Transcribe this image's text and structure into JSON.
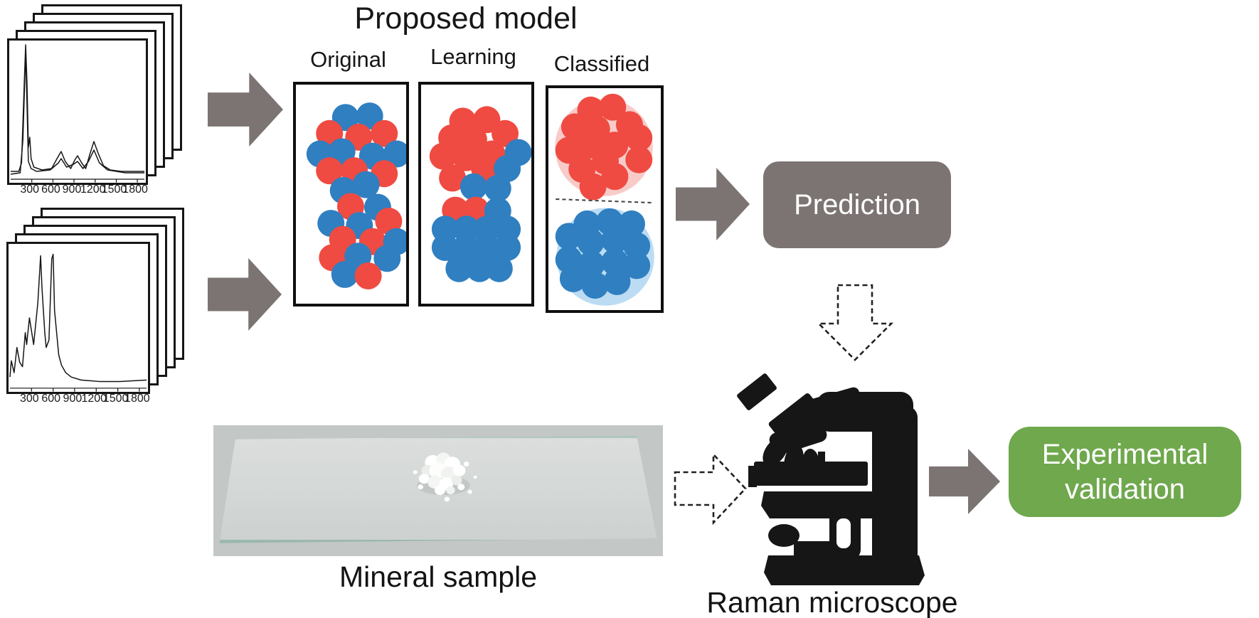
{
  "diagram": {
    "title": "Proposed model",
    "panel_labels": {
      "original": "Original",
      "learning": "Learning",
      "classified": "Classified"
    },
    "prediction_label": "Prediction",
    "experimental_line1": "Experimental",
    "experimental_line2": "validation",
    "mineral_label": "Mineral sample",
    "microscope_label": "Raman microscope"
  },
  "colors": {
    "red": "#ef4b42",
    "blue": "#2f7fc1",
    "red_halo": "#f8cbc8",
    "blue_halo": "#bcdcf3",
    "gray": "#7b7472",
    "green": "#6fa84d",
    "ink": "#161616"
  },
  "spectra": {
    "top": {
      "ticks": [
        "300",
        "600",
        "900",
        "1200",
        "1500",
        "1800"
      ],
      "tick_x": [
        16.5,
        32,
        47.4,
        62.9,
        78.4,
        93.8
      ],
      "traces": [
        [
          [
            1,
            92
          ],
          [
            7,
            92
          ],
          [
            9,
            86
          ],
          [
            11,
            30
          ],
          [
            12,
            3
          ],
          [
            13,
            30
          ],
          [
            14,
            75
          ],
          [
            15,
            68
          ],
          [
            16,
            83
          ],
          [
            18,
            89
          ],
          [
            24,
            91
          ],
          [
            31,
            90
          ],
          [
            35,
            83
          ],
          [
            38,
            78
          ],
          [
            41,
            85
          ],
          [
            45,
            90
          ],
          [
            48,
            84
          ],
          [
            50,
            81
          ],
          [
            53,
            86
          ],
          [
            56,
            90
          ],
          [
            59,
            80
          ],
          [
            62,
            71
          ],
          [
            65,
            79
          ],
          [
            69,
            88
          ],
          [
            74,
            91
          ],
          [
            82,
            92
          ],
          [
            92,
            92
          ],
          [
            99,
            92
          ]
        ],
        [
          [
            1,
            94
          ],
          [
            8,
            93
          ],
          [
            10,
            70
          ],
          [
            12,
            8
          ],
          [
            13,
            45
          ],
          [
            14,
            85
          ],
          [
            16,
            90
          ],
          [
            20,
            92
          ],
          [
            30,
            91
          ],
          [
            36,
            86
          ],
          [
            38,
            83
          ],
          [
            42,
            89
          ],
          [
            47,
            87
          ],
          [
            50,
            85
          ],
          [
            54,
            90
          ],
          [
            58,
            85
          ],
          [
            62,
            77
          ],
          [
            66,
            86
          ],
          [
            72,
            91
          ],
          [
            85,
            93
          ],
          [
            99,
            93
          ]
        ]
      ]
    },
    "bottom": {
      "ticks": [
        "300",
        "600",
        "900",
        "1200",
        "1500",
        "1800"
      ],
      "tick_x": [
        16.5,
        32,
        47.4,
        62.9,
        78.4,
        93.8
      ],
      "traces": [
        [
          [
            1,
            90
          ],
          [
            2,
            79
          ],
          [
            4,
            87
          ],
          [
            6,
            70
          ],
          [
            8,
            80
          ],
          [
            10,
            83
          ],
          [
            12,
            60
          ],
          [
            13,
            68
          ],
          [
            15,
            50
          ],
          [
            17,
            62
          ],
          [
            18,
            68
          ],
          [
            21,
            40
          ],
          [
            23,
            8
          ],
          [
            24,
            30
          ],
          [
            26,
            60
          ],
          [
            27,
            70
          ],
          [
            29,
            65
          ],
          [
            31,
            10
          ],
          [
            32,
            7
          ],
          [
            33,
            45
          ],
          [
            35,
            65
          ],
          [
            36,
            75
          ],
          [
            38,
            82
          ],
          [
            41,
            87
          ],
          [
            45,
            90
          ],
          [
            52,
            92
          ],
          [
            65,
            93
          ],
          [
            80,
            93
          ],
          [
            99,
            92
          ]
        ]
      ]
    }
  },
  "dots": {
    "original": [
      [
        "b",
        66,
        45
      ],
      [
        "b",
        99,
        43
      ],
      [
        "r",
        44,
        67
      ],
      [
        "r",
        84,
        72
      ],
      [
        "r",
        119,
        67
      ],
      [
        "b",
        31,
        95
      ],
      [
        "b",
        61,
        92
      ],
      [
        "b",
        103,
        98
      ],
      [
        "b",
        136,
        95
      ],
      [
        "r",
        44,
        118
      ],
      [
        "r",
        78,
        118
      ],
      [
        "r",
        119,
        122
      ],
      [
        "b",
        94,
        137
      ],
      [
        "b",
        63,
        145
      ],
      [
        "r",
        73,
        167
      ],
      [
        "b",
        110,
        168
      ],
      [
        "b",
        46,
        190
      ],
      [
        "b",
        85,
        193
      ],
      [
        "r",
        125,
        187
      ],
      [
        "r",
        62,
        212
      ],
      [
        "r",
        103,
        215
      ],
      [
        "b",
        136,
        215
      ],
      [
        "r",
        48,
        237
      ],
      [
        "b",
        83,
        235
      ],
      [
        "b",
        123,
        238
      ],
      [
        "b",
        65,
        260
      ],
      [
        "r",
        97,
        262
      ]
    ],
    "learning": [
      [
        "r",
        55,
        50
      ],
      [
        "r",
        88,
        48
      ],
      [
        "r",
        40,
        73
      ],
      [
        "r",
        70,
        75
      ],
      [
        "r",
        113,
        67
      ],
      [
        "r",
        28,
        98
      ],
      [
        "r",
        60,
        100
      ],
      [
        "r",
        95,
        95
      ],
      [
        "b",
        131,
        93
      ],
      [
        "r",
        85,
        115
      ],
      [
        "b",
        116,
        115
      ],
      [
        "r",
        41,
        128
      ],
      [
        "b",
        70,
        140
      ],
      [
        "b",
        103,
        142
      ],
      [
        "r",
        45,
        172
      ],
      [
        "r",
        73,
        172
      ],
      [
        "b",
        103,
        173
      ],
      [
        "b",
        31,
        198
      ],
      [
        "b",
        60,
        198
      ],
      [
        "b",
        88,
        198
      ],
      [
        "b",
        116,
        198
      ],
      [
        "b",
        31,
        223
      ],
      [
        "b",
        60,
        223
      ],
      [
        "b",
        88,
        223
      ],
      [
        "b",
        116,
        223
      ],
      [
        "b",
        50,
        252
      ],
      [
        "b",
        78,
        252
      ],
      [
        "b",
        105,
        252
      ]
    ],
    "classified_red": [
      [
        56,
        30
      ],
      [
        86,
        26
      ],
      [
        34,
        53
      ],
      [
        64,
        56
      ],
      [
        109,
        50
      ],
      [
        26,
        85
      ],
      [
        54,
        78
      ],
      [
        89,
        78
      ],
      [
        122,
        68
      ],
      [
        44,
        111
      ],
      [
        76,
        100
      ],
      [
        89,
        121
      ],
      [
        122,
        98
      ],
      [
        59,
        135
      ]
    ],
    "classified_blue": [
      [
        51,
        186
      ],
      [
        82,
        183
      ],
      [
        112,
        186
      ],
      [
        26,
        203
      ],
      [
        56,
        211
      ],
      [
        89,
        208
      ],
      [
        119,
        216
      ],
      [
        26,
        235
      ],
      [
        57,
        241
      ],
      [
        89,
        238
      ],
      [
        119,
        243
      ],
      [
        32,
        261
      ],
      [
        62,
        270
      ],
      [
        92,
        265
      ]
    ]
  }
}
